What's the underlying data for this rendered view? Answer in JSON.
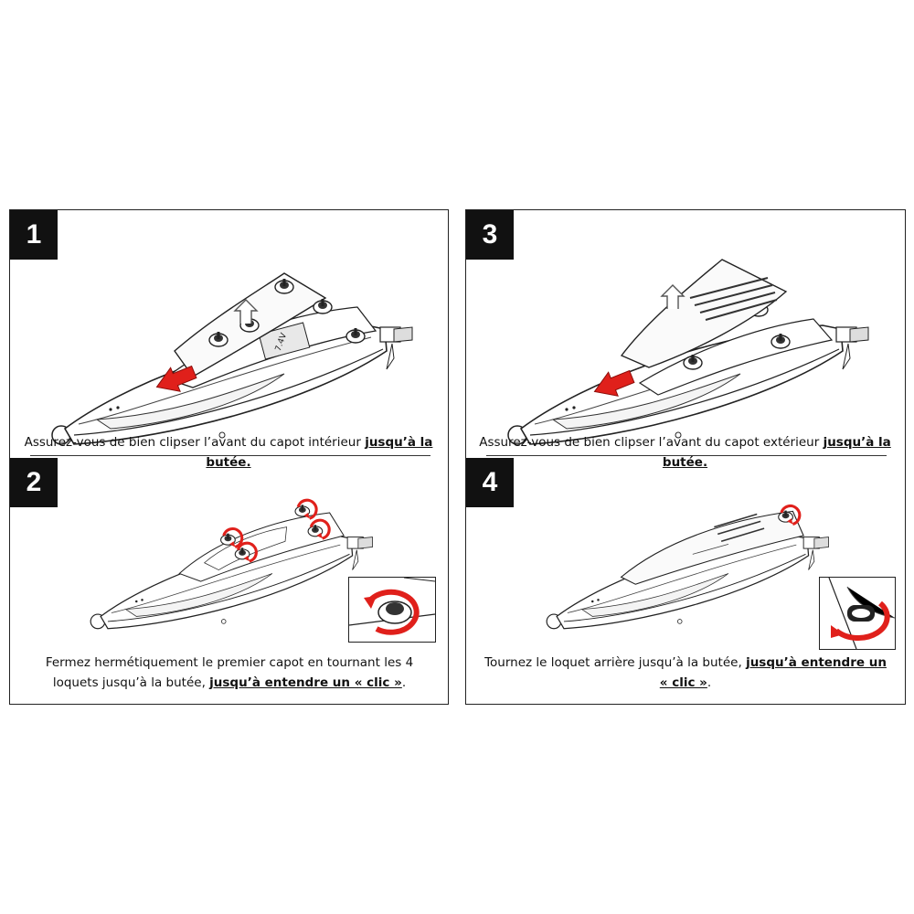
{
  "steps": [
    {
      "number": "1",
      "caption_plain": "Assurez-vous de bien clipser l’avant du capot intérieur ",
      "caption_emph": "jusqu’à la butée."
    },
    {
      "number": "2",
      "caption_plain": "Fermez hermétiquement le premier capot en tournant les 4 loquets jusqu’à la butée, ",
      "caption_emph": "jusqu’à entendre un « clic »",
      "caption_tail": "."
    },
    {
      "number": "3",
      "caption_plain": "Assurez-vous de bien clipser l’avant du capot extérieur ",
      "caption_emph": "jusqu’à la butée."
    },
    {
      "number": "4",
      "caption_plain": "Tournez le loquet arrière jusqu’à la butée, ",
      "caption_emph": "jusqu’à entendre un « clic »",
      "caption_tail": "."
    }
  ],
  "battery_label": "7.4V",
  "colors": {
    "accent": "#e0201b",
    "line": "#222222",
    "badge": "#111111"
  }
}
